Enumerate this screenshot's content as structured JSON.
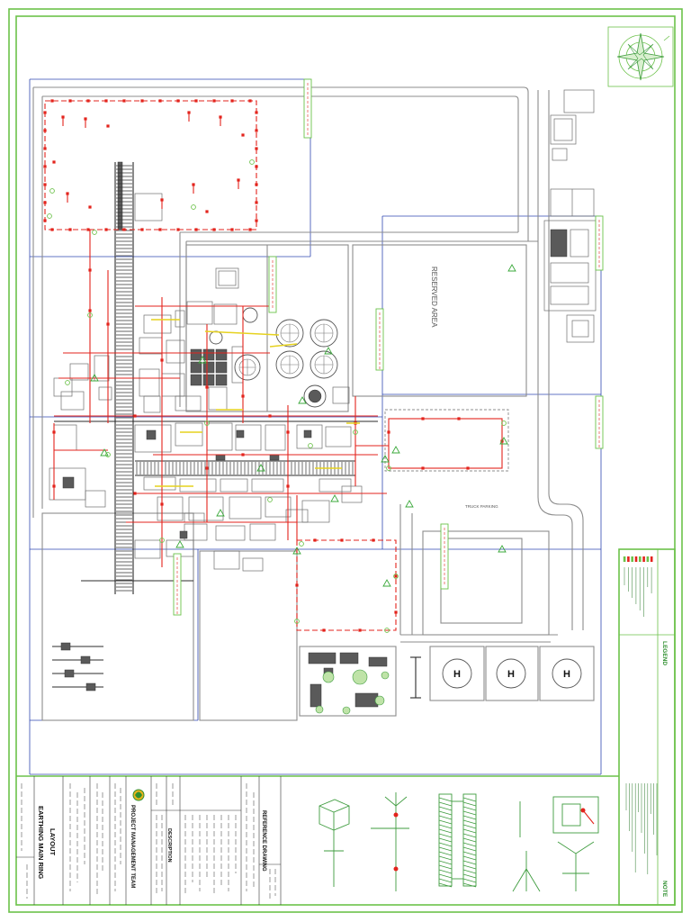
{
  "drawing": {
    "reserved_area_label": "RESERVED AREA",
    "truck_parking_label": "TRUCK PARKING",
    "helipad_labels": [
      "H",
      "H",
      "H"
    ]
  },
  "title_block": {
    "drawing_title_line1": "EARTHING MAIN RING",
    "drawing_title_line2": "LAYOUT",
    "team_name": "PROJECT MANAGEMENT TEAM",
    "description_header": "DESCRIPTION",
    "reference_header": "REFERENCE DRAWING"
  },
  "side_panel": {
    "legend_label": "LEGEND",
    "note_label": "NOTE"
  },
  "colors": {
    "frame": "#6cc24a",
    "earthing": "#e3231c",
    "grid": "#2f47b0",
    "structure": "#8c8c8c",
    "accent": "#e6d21f"
  }
}
